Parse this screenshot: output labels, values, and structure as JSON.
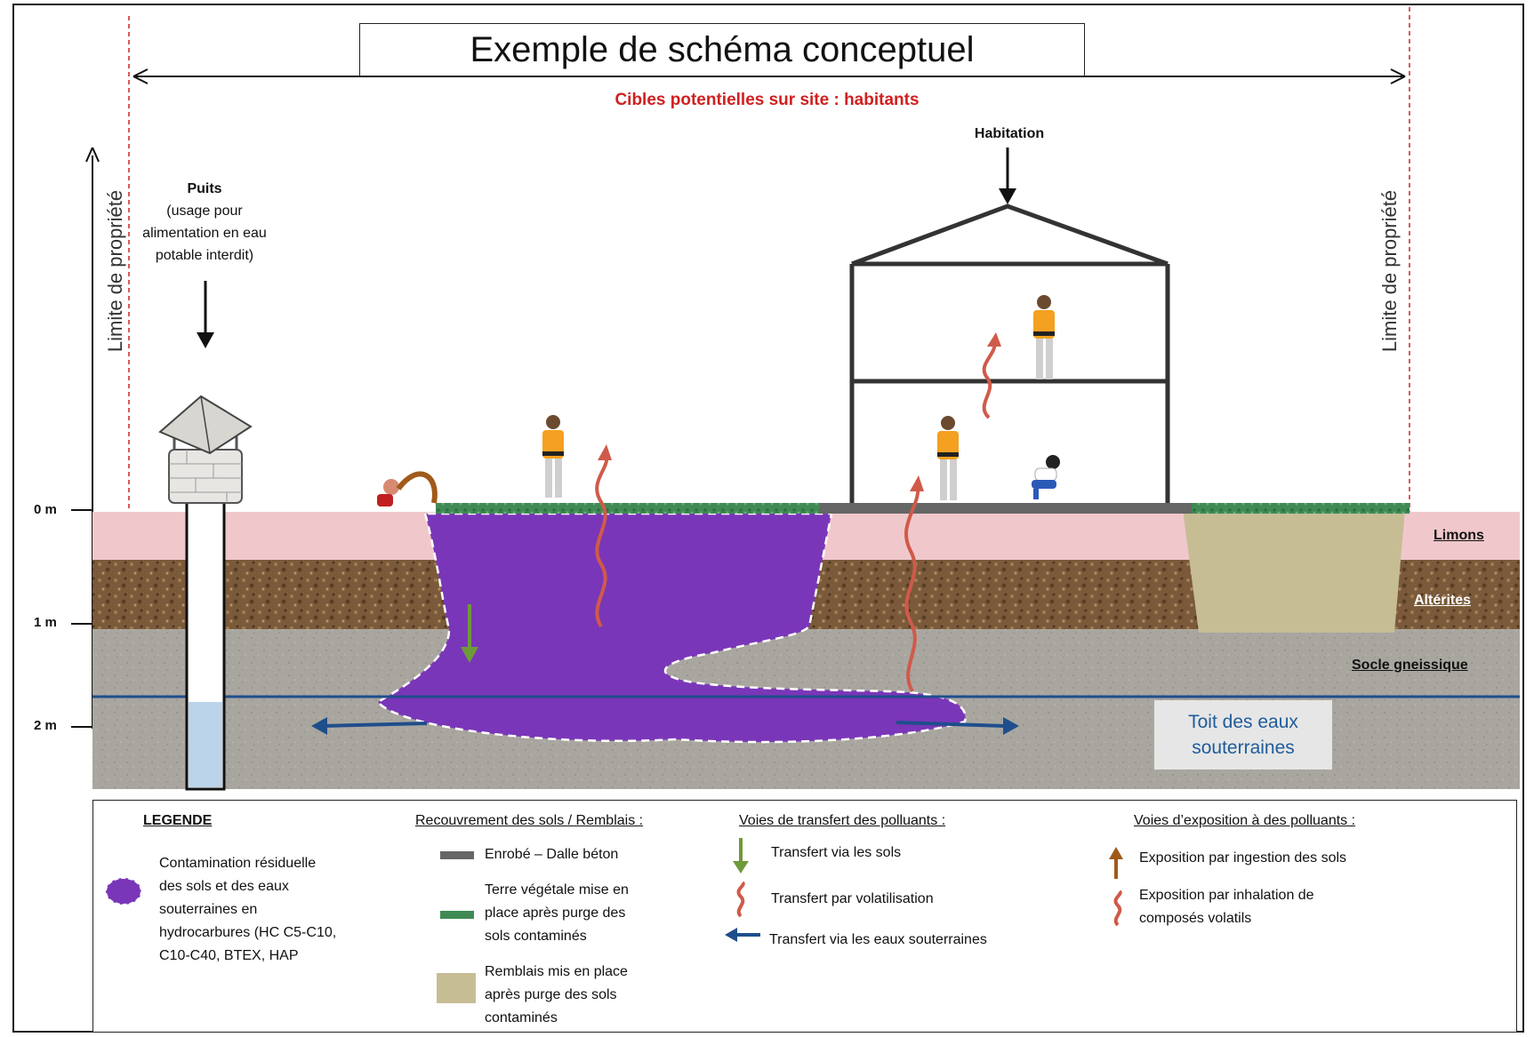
{
  "title": "Exemple de schéma conceptuel",
  "targets_label": "Cibles potentielles sur site : habitants",
  "property_limit": "Limite de propriété",
  "well": {
    "name": "Puits",
    "note_line1": "(usage pour",
    "note_line2": "alimentation en eau",
    "note_line3": "potable interdit)"
  },
  "house_label": "Habitation",
  "depths": [
    "0 m",
    "1 m",
    "2 m"
  ],
  "layers": {
    "limons": "Limons",
    "alterites": "Altérites",
    "socle": "Socle gneissique"
  },
  "groundwater": {
    "line1": "Toit des eaux",
    "line2": "souterraines"
  },
  "legend": {
    "title": "LEGENDE",
    "contamination": [
      "Contamination résiduelle",
      "des sols et des eaux",
      "souterraines en",
      "hydrocarbures (HC C5-C10,",
      "C10-C40, BTEX,  HAP"
    ],
    "cover_title": "Recouvrement  des sols / Remblais :",
    "cover_items": {
      "enrobe": "Enrobé – Dalle béton",
      "terre": [
        "Terre végétale mise en",
        "place après purge des",
        "sols contaminés"
      ],
      "remblais": [
        "Remblais mis en place",
        "après purge des sols",
        "contaminés"
      ]
    },
    "transfer_title": "Voies de transfert des polluants :",
    "transfer_items": {
      "sols": "Transfert via les sols",
      "volatilisation": "Transfert par volatilisation",
      "eaux": "Transfert via les eaux souterraines"
    },
    "exposure_title": "Voies d’exposition à des polluants :",
    "exposure_items": {
      "ingestion": "Exposition par ingestion des sols",
      "inhalation": [
        "Exposition par inhalation de",
        "composés volatils"
      ]
    }
  },
  "colors": {
    "contamination": "#7a36b8",
    "limons": "#f0c8cc",
    "alterites": "#7a5a3a",
    "socle": "#a9a6a0",
    "remblais": "#c7bd95",
    "terre_vegetale": "#3f8a55",
    "enrobe": "#666666",
    "water_line": "#1f4e8c",
    "volatilisation": "#d05a4a",
    "infiltration": "#6f9a3a",
    "ingestion": "#a05a1a",
    "targets_text": "#d02020"
  }
}
